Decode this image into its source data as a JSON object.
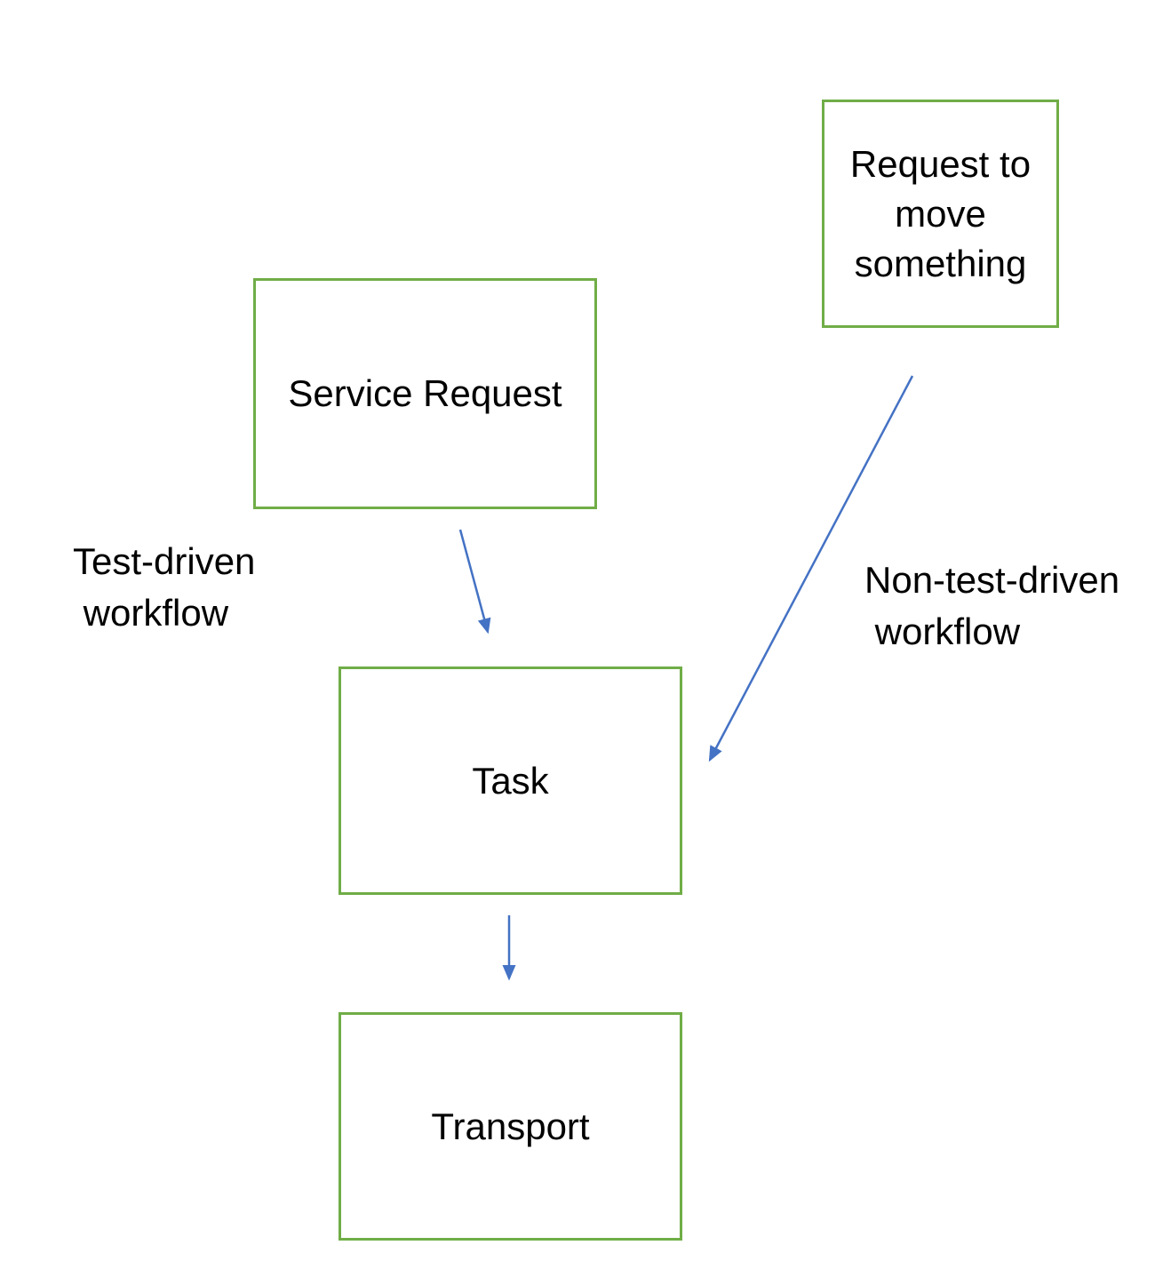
{
  "diagram": {
    "nodes": [
      {
        "id": "request-to-move-something",
        "label": "Request to\nmove\nsomething"
      },
      {
        "id": "service-request",
        "label": "Service Request"
      },
      {
        "id": "task",
        "label": "Task"
      },
      {
        "id": "transport",
        "label": "Transport"
      }
    ],
    "edge_labels": [
      {
        "id": "test-driven",
        "label": "Test-driven\n workflow"
      },
      {
        "id": "non-test-driven",
        "label": "Non-test-driven\n workflow"
      }
    ],
    "edges": [
      {
        "from": "service-request",
        "to": "task",
        "workflow": "Test-driven workflow"
      },
      {
        "from": "request-to-move-something",
        "to": "task",
        "workflow": "Non-test-driven workflow"
      },
      {
        "from": "task",
        "to": "transport",
        "workflow": ""
      }
    ],
    "colors": {
      "box_border": "#70AD47",
      "box_fill": "#FFFFFF",
      "arrow": "#4472C4",
      "text": "#000000",
      "background": "#FFFFFF"
    }
  }
}
